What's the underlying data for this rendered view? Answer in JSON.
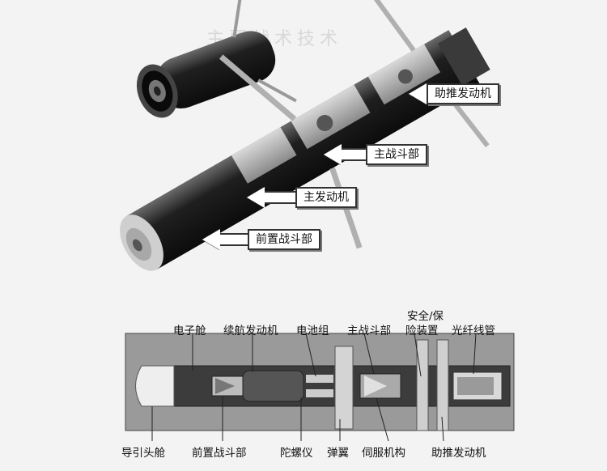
{
  "watermark_title": "主要战术技术",
  "top_callouts": {
    "booster": "助推发动机",
    "main_warhead": "主战斗部",
    "main_motor": "主发动机",
    "precursor_warhead": "前置战斗部"
  },
  "bottom_top_labels": {
    "electronics": "电子舱",
    "sustainer": "续航发动机",
    "battery": "电池组",
    "main_warhead": "主战斗部",
    "safety_arm_line1": "安全/保",
    "safety_arm_line2": "险装置",
    "fiber": "光纤线管"
  },
  "bottom_bottom_labels": {
    "seeker": "导引头舱",
    "precursor": "前置战斗部",
    "gyro": "陀螺仪",
    "wings": "弹翼",
    "servo": "伺服机构",
    "booster": "助推发动机"
  },
  "colors": {
    "background": "#f3f3f3",
    "body": "#2a2a2a",
    "panel": "#9a9a9a"
  }
}
